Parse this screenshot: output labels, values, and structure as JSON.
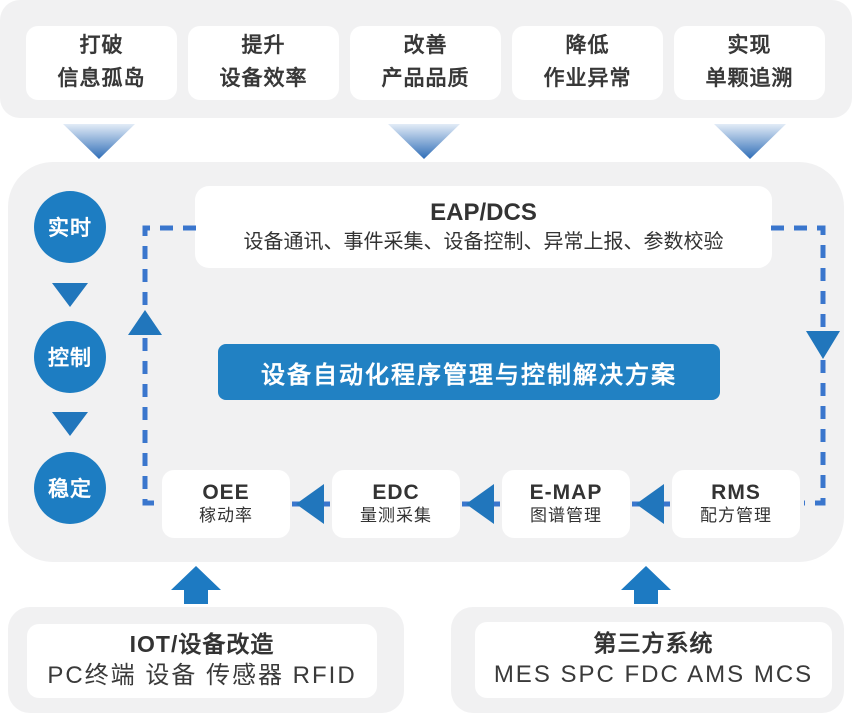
{
  "benefits": [
    {
      "line1": "打破",
      "line2": "信息孤岛"
    },
    {
      "line1": "提升",
      "line2": "设备效率"
    },
    {
      "line1": "改善",
      "line2": "产品品质"
    },
    {
      "line1": "降低",
      "line2": "作业异常"
    },
    {
      "line1": "实现",
      "line2": "单颗追溯"
    }
  ],
  "cycle": [
    {
      "label": "实时"
    },
    {
      "label": "控制"
    },
    {
      "label": "稳定"
    }
  ],
  "eap": {
    "title": "EAP/DCS",
    "subtitle": "设备通讯、事件采集、设备控制、异常上报、参数校验"
  },
  "banner": {
    "label": "设备自动化程序管理与控制解决方案"
  },
  "modules": [
    {
      "title": "OEE",
      "subtitle": "稼动率"
    },
    {
      "title": "EDC",
      "subtitle": "量测采集"
    },
    {
      "title": "E-MAP",
      "subtitle": "图谱管理"
    },
    {
      "title": "RMS",
      "subtitle": "配方管理"
    }
  ],
  "sources": [
    {
      "title": "IOT/设备改造",
      "subtitle": "PC终端 设备 传感器 RFID"
    },
    {
      "title": "第三方系统",
      "subtitle": "MES SPC FDC AMS MCS"
    }
  ],
  "icons": {
    "gradient_down_arrow": "flow-down-arrow",
    "solid_left_arrow": "module-left-arrow",
    "block_up_arrow": "source-up-arrow"
  },
  "colors": {
    "panel_gray": "#f1f1f2",
    "card_white": "#ffffff",
    "text_dark": "#333333",
    "circle_blue": "#1d7dc2",
    "arrow_blue": "#2176bc",
    "dash_blue": "#3a76cd",
    "banner_blue": "#2181c3",
    "gradient_top": "#e3ecf7",
    "gradient_bottom": "#2f6db7"
  }
}
